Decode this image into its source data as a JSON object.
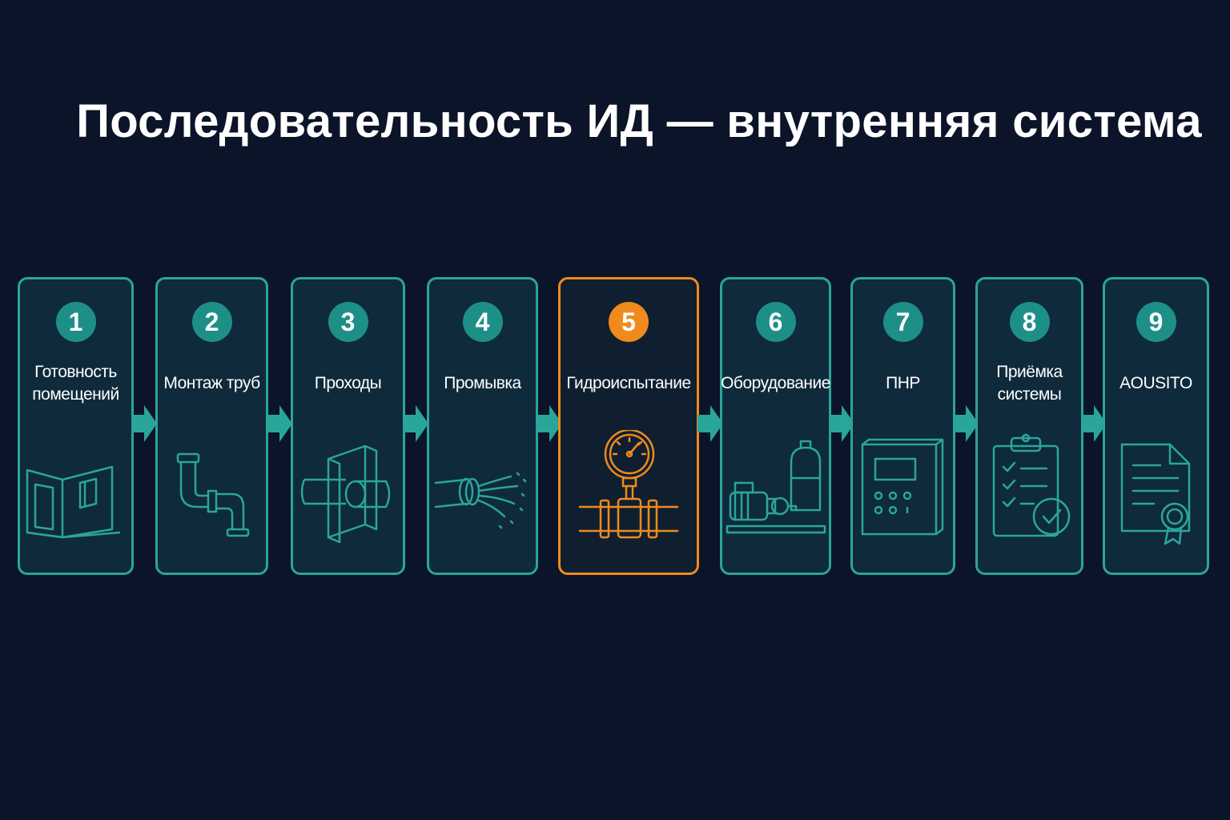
{
  "title": "Последовательность ИД — внутренняя система",
  "colors": {
    "accent": "#2aa59a",
    "active": "#f08a1c",
    "background": "#0b1428"
  },
  "steps": [
    {
      "number": "1",
      "label": "Готовность помещений",
      "icon": "room-icon",
      "active": false
    },
    {
      "number": "2",
      "label": "Монтаж труб",
      "icon": "pipe-icon",
      "active": false
    },
    {
      "number": "3",
      "label": "Проходы",
      "icon": "wall-sleeve-icon",
      "active": false
    },
    {
      "number": "4",
      "label": "Промывка",
      "icon": "flushing-icon",
      "active": false
    },
    {
      "number": "5",
      "label": "Гидроиспытание",
      "icon": "pressure-gauge-icon",
      "active": true
    },
    {
      "number": "6",
      "label": "Оборудование",
      "icon": "pump-icon",
      "active": false
    },
    {
      "number": "7",
      "label": "ПНР",
      "icon": "control-panel-icon",
      "active": false
    },
    {
      "number": "8",
      "label": "Приёмка системы",
      "icon": "clipboard-check-icon",
      "active": false
    },
    {
      "number": "9",
      "label": "AOUSITO",
      "icon": "certificate-icon",
      "active": false
    }
  ]
}
